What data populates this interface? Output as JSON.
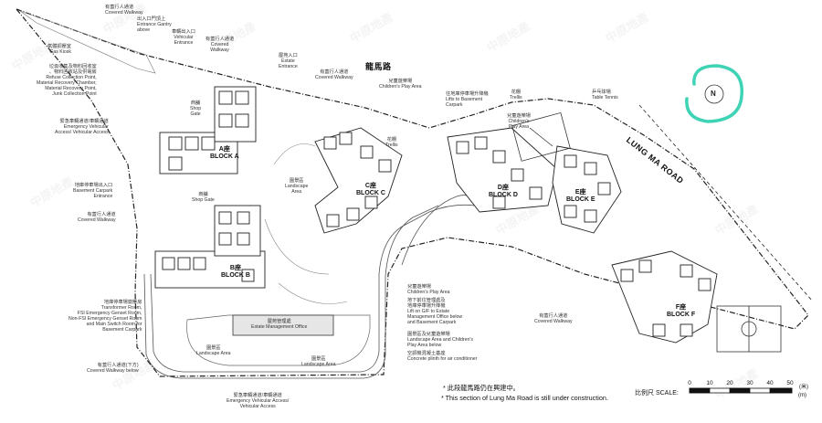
{
  "labels": {
    "covered_walkway_tl": "有蓋行人通道\nCovered Walkway",
    "entrance_gantry": "出入口門頂上\nEntrance Gantry\nabove",
    "vehicular_entrance": "車輛出入口\nVehicular\nEntrance",
    "covered_walkway_tm": "有蓋行人通道\nCovered\nWalkway",
    "gas_kiosk": "氣體調壓室\nGas Kiosk",
    "refuse_collection": "垃圾收集及物料回收室\n、物料回收站及供電房\nRefuse Collection Point,\nMaterial Recovery Chamber,\nMaterial Recovery Point,\nJunk Collection Point",
    "estate_entrance": "屋苑入口\nEstate\nEntrance",
    "covered_walkway_tc": "有蓋行人通道\nCovered Walkway",
    "childrens_play_area_top": "兒童遊樂場\nChildren's Play Area",
    "lifts_basement": "往地庫停車場升降機\nLifts to Basement\nCarpark",
    "trellis_top": "花棚\nTrellis",
    "table_tennis": "乒乓球場\nTable Tennis",
    "emergency_vehicular_access": "緊急車輛通道/車輛通道\nEmergency Vehicular\nAccess/ Vehicular Access",
    "basement_carpark": "地庫停車場出入口\nBasement Carpark\nEntrance",
    "covered_walkway_left": "有蓋行人通道\nCovered Walkway",
    "shop_gate_top": "商舖\nShop\nGate",
    "shop_gate_mid": "商舖\nShop Gate",
    "landscape_area_mid": "園景區\nLandscape\nArea",
    "trellis_mid": "花棚\nTrellis",
    "childrens_play_area_right": "兒童遊樂場\nChildren's\nPlay Area",
    "transformer_room": "地庫停車場變壓房\nTransformer Room,\nFSI Emergency Genset Room,\nNon-FSI Emergency Genset Room\nand Main Switch Room for\nBasement Carpark",
    "childrens_play_area_low": "兒童遊樂場\nChildren's Play Area",
    "lift_basement_estate": "地下前往管理處及\n地庫停車場升降機\nLift on G/F to Estate\nManagement Office below\nand Basement Carpark",
    "landscape_childrens": "園景區及兒童遊樂場\nLandscape Area and Children's\nPlay Area below",
    "concrete_plinth": "空調機混凝土基座\nConcrete plinth for air conditioner",
    "covered_walkway_right": "有蓋行人通道\nCovered Walkway",
    "estate_management_office": "屋苑管理處\nEstate Management Office",
    "landscape_area_bl": "園景區\nLandscape Area",
    "landscape_area_bc": "園景區\nLandscape Area",
    "covered_walkway_below": "有蓋行人通道(下方)\nCovered Walkway below",
    "emergency_vehicular_bottom": "緊急車輛通道/車輛通道\nEmergency Vehicular Access/\nVehicular Access"
  },
  "blocks": {
    "a": "A座\nBLOCK A",
    "b": "B座\nBLOCK B",
    "c": "C座\nBLOCK C",
    "d": "D座\nBLOCK D",
    "e": "E座\nBLOCK E",
    "f": "F座\nBLOCK F"
  },
  "roads": {
    "lung_ma_cn": "龍馬路",
    "lung_ma_en": "LUNG MA ROAD"
  },
  "compass": "N",
  "notes": {
    "cn": "* 此段龍馬路仍在興建中。",
    "en": "* This section of Lung Ma Road is still under construction."
  },
  "scale": {
    "label": "比例尺 SCALE:",
    "ticks": [
      "0",
      "10",
      "20",
      "30",
      "40",
      "50"
    ],
    "unit_cn": "(米)",
    "unit_en": "(m)"
  },
  "watermark": "中原地產",
  "colors": {
    "highlight": "#3fd3b6",
    "line": "#222222",
    "light_line": "#9a9a9a",
    "shade": "#dcdcdc"
  }
}
